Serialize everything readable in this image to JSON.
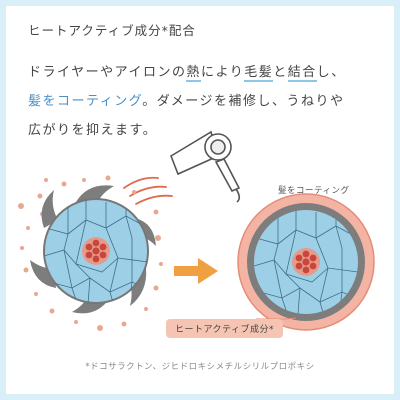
{
  "heading": "ヒートアクティブ成分*配合",
  "body": {
    "line1_pre": "ドライヤーやアイロンの",
    "line1_u1": "熱",
    "line1_mid1": "により",
    "line1_u2": "毛髪",
    "line1_mid2": "と",
    "line1_u3": "結合",
    "line1_post": "し、",
    "line2_accent": "髪をコーティング",
    "line2_post": "。ダメージを補修し、うねりや",
    "line3": "広がりを抑えます。"
  },
  "diagram": {
    "coating_label": "髪をコーティング",
    "ingredient_badge": "ヒートアクティブ成分*"
  },
  "footnote": "*ドコサラクトン、ジヒドロキシメチルシリルプロポキシ",
  "colors": {
    "border": "#d8eef8",
    "underline": "#8cc7e8",
    "accent_text": "#4a90c8",
    "hair_fill": "#9dd0e6",
    "cuticle": "#7a7a7a",
    "coating": "#f0a08a",
    "particle": "#e8a890",
    "core": "#e0604f",
    "arrow": "#f0a040",
    "heat": "#e06a4a"
  }
}
